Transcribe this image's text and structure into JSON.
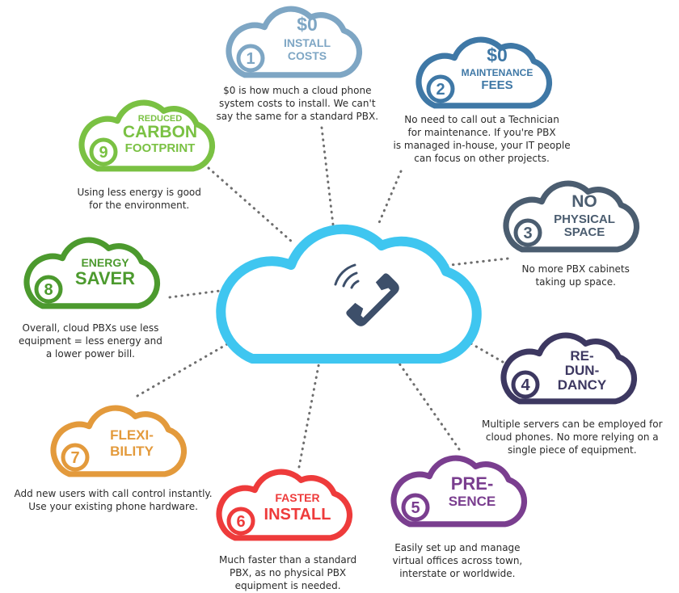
{
  "colors": {
    "center_cloud": "#3fc6f0",
    "phone": "#3d4f6a",
    "dots": "#6e6e6e"
  },
  "center": {
    "icon": "phone-ringing-icon"
  },
  "benefits": [
    {
      "number": "1",
      "title": [
        "$0",
        "INSTALL",
        "COSTS"
      ],
      "color": "#7ea6c4",
      "description": [
        "$0 is how much a cloud phone",
        "system costs to install. We can't",
        "say the same for a standard PBX."
      ]
    },
    {
      "number": "2",
      "title": [
        "$0",
        "MAINTENANCE",
        "FEES"
      ],
      "color": "#3f78a6",
      "description": [
        "No need to call out a Technician",
        "for maintenance. If you're PBX",
        "is managed in-house, your IT people",
        "can focus on other projects."
      ]
    },
    {
      "number": "3",
      "title": [
        "NO",
        "PHYSICAL",
        "SPACE"
      ],
      "color": "#4b5d70",
      "description": [
        "No more PBX cabinets",
        "taking up space."
      ]
    },
    {
      "number": "4",
      "title": [
        "RE-",
        "DUN-",
        "DANCY"
      ],
      "color": "#3d3861",
      "description": [
        "Multiple servers can be employed for",
        "cloud phones. No more relying on a",
        "single piece of equipment."
      ]
    },
    {
      "number": "5",
      "title": [
        "PRE-",
        "SENCE"
      ],
      "color": "#7a3e8f",
      "description": [
        "Easily set up and manage",
        "virtual offices across town,",
        "interstate or worldwide."
      ]
    },
    {
      "number": "6",
      "title": [
        "FASTER",
        "INSTALL"
      ],
      "color": "#ee3b3b",
      "description": [
        "Much faster than a standard",
        "PBX, as no physical PBX",
        "equipment is needed."
      ]
    },
    {
      "number": "7",
      "title": [
        "FLEXI-",
        "BILITY"
      ],
      "color": "#e39a3c",
      "description": [
        "Add new users with call control instantly.",
        "Use your existing phone hardware."
      ]
    },
    {
      "number": "8",
      "title": [
        "ENERGY",
        "SAVER"
      ],
      "color": "#4c9a2e",
      "description": [
        "Overall, cloud PBXs use less",
        "equipment = less energy and",
        "a lower power bill."
      ]
    },
    {
      "number": "9",
      "title": [
        "REDUCED",
        "CARBON",
        "FOOTPRINT"
      ],
      "color": "#7ac143",
      "description": [
        "Using less energy is good",
        "for the environment."
      ]
    }
  ]
}
